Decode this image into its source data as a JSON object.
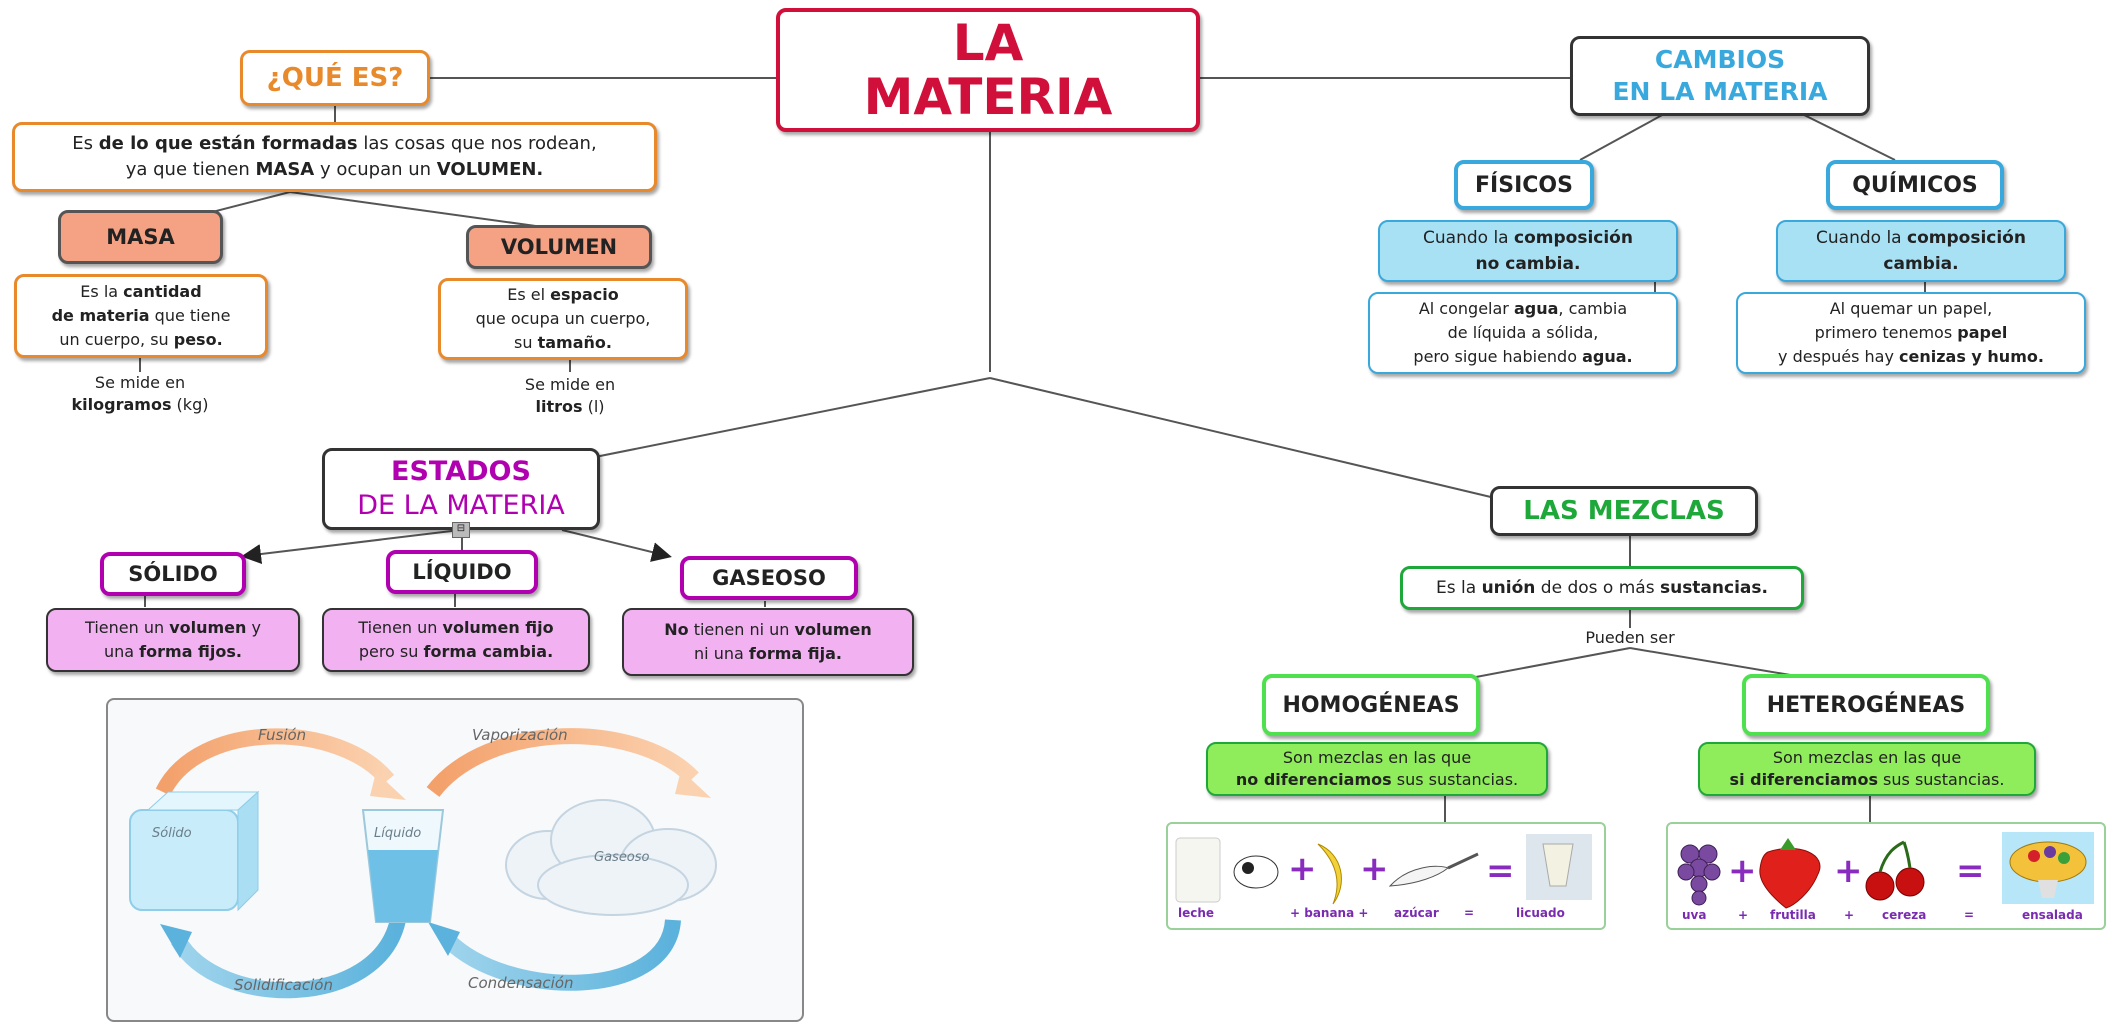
{
  "title": {
    "line1": "LA",
    "line2": "MATERIA"
  },
  "que_es": {
    "header": "¿QUÉ ES?",
    "def_parts": [
      "Es ",
      "de lo que están formadas",
      " las cosas que nos rodean,",
      "ya que tienen ",
      "MASA",
      " y ocupan un ",
      "VOLUMEN."
    ]
  },
  "masa": {
    "header": "MASA",
    "def_parts": [
      "Es la ",
      "cantidad",
      "de materia",
      " que tiene",
      "un cuerpo, su ",
      "peso."
    ],
    "note_line1": "Se mide en",
    "note_bold": "kilogramos",
    "note_rest": " (kg)"
  },
  "volumen": {
    "header": "VOLUMEN",
    "def_parts": [
      "Es el ",
      "espacio",
      "que ocupa un cuerpo,",
      "su ",
      "tamaño."
    ],
    "note_line1": "Se mide en",
    "note_bold": "litros",
    "note_rest": " (l)"
  },
  "cambios": {
    "header_line1": "CAMBIOS",
    "header_line2": "EN LA MATERIA",
    "fisicos": {
      "header": "FÍSICOS",
      "def_parts": [
        "Cuando la ",
        "composición",
        "no cambia."
      ],
      "ex_parts": [
        "Al congelar ",
        "agua",
        ", cambia",
        "de líquida a sólida,",
        "pero sigue habiendo ",
        "agua."
      ]
    },
    "quimicos": {
      "header": "QUÍMICOS",
      "def_parts": [
        "Cuando la ",
        "composición",
        "cambia."
      ],
      "ex_parts": [
        "Al quemar un papel,",
        "primero tenemos ",
        "papel",
        "y después hay ",
        "cenizas y humo."
      ]
    }
  },
  "estados": {
    "header_line1": "ESTADOS",
    "header_line2": "DE LA MATERIA",
    "solido": {
      "header": "SÓLIDO",
      "def_parts": [
        "Tienen un ",
        "volumen",
        " y",
        "una ",
        "forma fijos."
      ]
    },
    "liquido": {
      "header": "LÍQUIDO",
      "def_parts": [
        "Tienen un ",
        "volumen fijo",
        "pero su ",
        "forma cambia."
      ]
    },
    "gaseoso": {
      "header": "GASEOSO",
      "def_parts": [
        "No",
        " tienen ni un ",
        "volumen",
        "ni una ",
        "forma fija."
      ]
    },
    "illustration": {
      "fusion": "Fusión",
      "vaporizacion": "Vaporización",
      "solidificacion": "Solidificación",
      "condensacion": "Condensación",
      "solido": "Sólido",
      "liquido": "Líquido",
      "gaseoso": "Gaseoso"
    }
  },
  "mezclas": {
    "header": "LAS MEZCLAS",
    "def_parts": [
      "Es la ",
      "unión",
      " de dos o más ",
      "sustancias."
    ],
    "connector": "Pueden ser",
    "homogeneas": {
      "header": "HOMOGÉNEAS",
      "def_line1": "Son mezclas en las que",
      "def_bold": "no diferenciamos",
      "def_rest": " sus sustancias.",
      "example_labels": [
        "leche",
        "+ banana +",
        "azúcar",
        "=",
        "licuado"
      ]
    },
    "heterogeneas": {
      "header": "HETEROGÉNEAS",
      "def_line1": "Son mezclas en las que",
      "def_bold": "si diferenciamos",
      "def_rest": " sus sustancias.",
      "example_labels": [
        "uva",
        "+",
        "frutilla",
        "+",
        "cereza",
        "=",
        "ensalada"
      ]
    }
  },
  "colors": {
    "title": "#d0103a",
    "orange": "#e8892b",
    "salmon": "#f4a283",
    "blue": "#39a8dc",
    "lightblue": "#a8e0f4",
    "magenta": "#b000b0",
    "pink": "#f2b2f2",
    "green": "#1fa83a",
    "lightgreen": "#8fec5a"
  }
}
